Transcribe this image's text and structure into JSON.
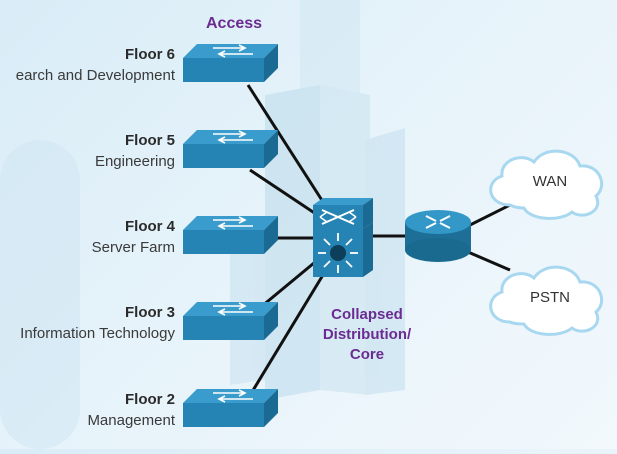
{
  "access_label": "Access",
  "core_label_lines": [
    "Collapsed",
    "Distribution/",
    "Core"
  ],
  "floors": [
    {
      "name": "Floor 6",
      "desc": "earch and Development"
    },
    {
      "name": "Floor 5",
      "desc": "Engineering"
    },
    {
      "name": "Floor 4",
      "desc": "Server Farm"
    },
    {
      "name": "Floor 3",
      "desc": "Information Technology"
    },
    {
      "name": "Floor 2",
      "desc": "Management"
    }
  ],
  "clouds": [
    "WAN",
    "PSTN"
  ],
  "colors": {
    "accent": "#6a2c91",
    "switch_top": "#2f8fbe",
    "switch_side": "#1d6f97",
    "link": "#111111",
    "cloud_stroke": "#a8d8ef"
  }
}
